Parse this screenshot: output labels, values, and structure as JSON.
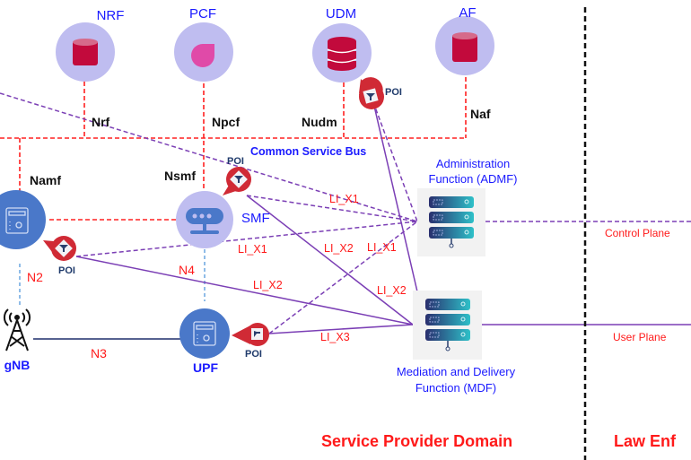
{
  "nodes": {
    "nrf": {
      "label": "NRF",
      "interface": "Nrf"
    },
    "pcf": {
      "label": "PCF",
      "interface": "Npcf"
    },
    "udm": {
      "label": "UDM",
      "interface": "Nudm"
    },
    "af": {
      "label": "AF",
      "interface": "Naf"
    },
    "amf": {
      "interface": "Namf"
    },
    "smf": {
      "label": "SMF",
      "interface": "Nsmf"
    },
    "upf": {
      "label": "UPF"
    },
    "gnb": {
      "label": "gNB"
    },
    "admf": {
      "label_line1": "Administration",
      "label_line2": "Function (ADMF)"
    },
    "mdf": {
      "label_line1": "Mediation and Delivery",
      "label_line2": "Function (MDF)"
    }
  },
  "bus": {
    "label": "Common Service Bus"
  },
  "poi_label": "POI",
  "interfaces": {
    "n2": "N2",
    "n3": "N3",
    "n4": "N4"
  },
  "li_links": {
    "x1_a": "LI_X1",
    "x1_b": "LI_X1",
    "x1_c": "LI_X1",
    "x2_a": "LI_X2",
    "x2_b": "LI_X2",
    "x2_c": "LI_X2",
    "x3": "LI_X3"
  },
  "planes": {
    "control": "Control Plane",
    "user": "User Plane"
  },
  "domains": {
    "service_provider": "Service Provider Domain",
    "law_enforcement": "Law Enf"
  },
  "colors": {
    "nf_circle": "#bfbdf0",
    "nf_icon": "#c20a3c",
    "pcf_icon": "#e04aa8",
    "node_blue": "#4a78c9",
    "poi_red": "#d02a35",
    "bus_red": "#ff2020",
    "li_purple": "#7b3fb5",
    "text_blue": "#1a1aff",
    "text_red": "#ff1a1a"
  }
}
